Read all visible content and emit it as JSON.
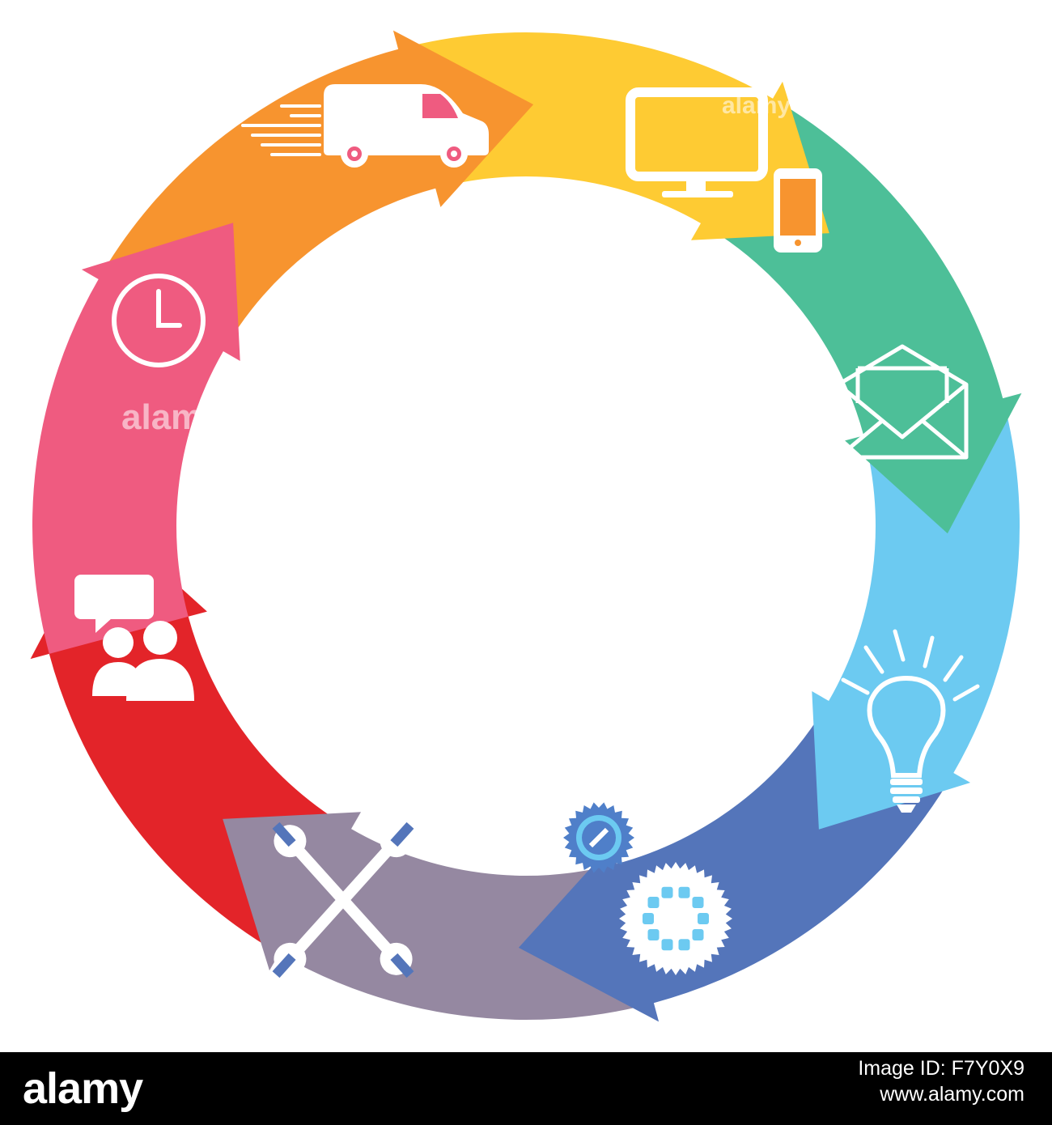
{
  "diagram": {
    "type": "circular-cycle",
    "segments": [
      {
        "id": "delivery",
        "icon": "delivery-van-icon",
        "color": "#ef5b80"
      },
      {
        "id": "devices",
        "icon": "monitor-and-phone-icon",
        "color": "#f7942f"
      },
      {
        "id": "email",
        "icon": "envelope-icon",
        "color": "#fecb33"
      },
      {
        "id": "idea",
        "icon": "lightbulb-icon",
        "color": "#4dbf98"
      },
      {
        "id": "gears",
        "icon": "gears-icon",
        "color": "#6ccaf1"
      },
      {
        "id": "tools",
        "icon": "crossed-wrenches-icon",
        "color": "#5475ba"
      },
      {
        "id": "communication",
        "icon": "people-chat-icon",
        "color": "#9588a1"
      },
      {
        "id": "time",
        "icon": "clock-icon",
        "color": "#e32429"
      }
    ],
    "watermark": "alamy"
  },
  "footer": {
    "brand": "alamy",
    "image_id_label": "Image ID: F7Y0X9",
    "site": "www.alamy.com"
  }
}
